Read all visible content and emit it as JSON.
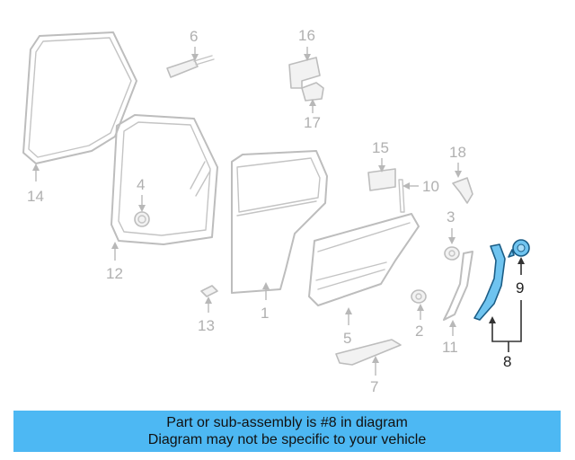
{
  "diagram": {
    "labels": {
      "p1": "1",
      "p2": "2",
      "p3": "3",
      "p4": "4",
      "p5": "5",
      "p6": "6",
      "p7": "7",
      "p8": "8",
      "p9": "9",
      "p10": "10",
      "p11": "11",
      "p12": "12",
      "p13": "13",
      "p14": "14",
      "p15": "15",
      "p16": "16",
      "p17": "17",
      "p18": "18"
    },
    "highlighted_part": "8",
    "highlight_color": "#6fc4f0"
  },
  "banner": {
    "line1": "Part or sub-assembly is #8 in diagram",
    "line2": "Diagram may not be specific to your vehicle",
    "color": "#4db8f3"
  }
}
